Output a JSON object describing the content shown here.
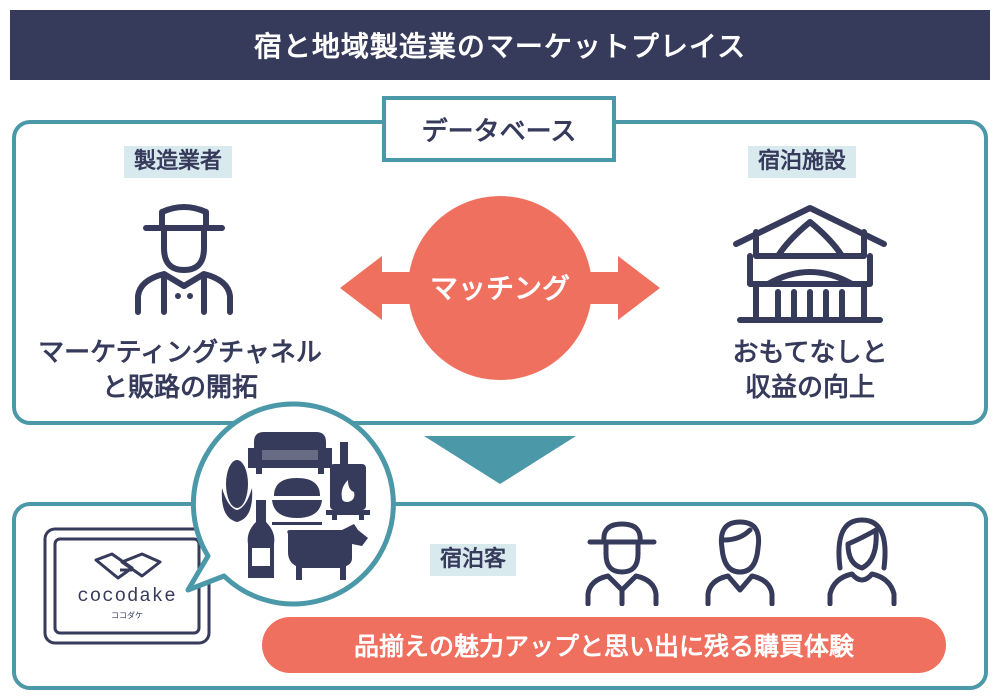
{
  "title": "宿と地域製造業のマーケットプレイス",
  "database_label": "データベース",
  "manufacturer": {
    "tag": "製造業者",
    "description": "マーケティングチャネル\nと販路の開拓"
  },
  "inn": {
    "tag": "宿泊施設",
    "description": "おもてなしと\n収益の向上"
  },
  "matching_label": "マッチング",
  "guest_tag": "宿泊客",
  "logo": {
    "name": "cocodake",
    "kana": "ココダケ"
  },
  "cta_text": "品揃えの魅力アップと思い出に残る購買体験",
  "colors": {
    "navy": "#363a5b",
    "teal": "#4b98a8",
    "coral": "#f0705f",
    "light_blue": "#d9eaef"
  },
  "icons": [
    "farmer-icon",
    "inn-building-icon",
    "sofa-icon",
    "corn-icon",
    "bowl-icon",
    "stove-icon",
    "sake-bottle-icon",
    "cow-icon",
    "handshake-icon",
    "man-bowler-hat-icon",
    "man-icon",
    "woman-icon"
  ]
}
